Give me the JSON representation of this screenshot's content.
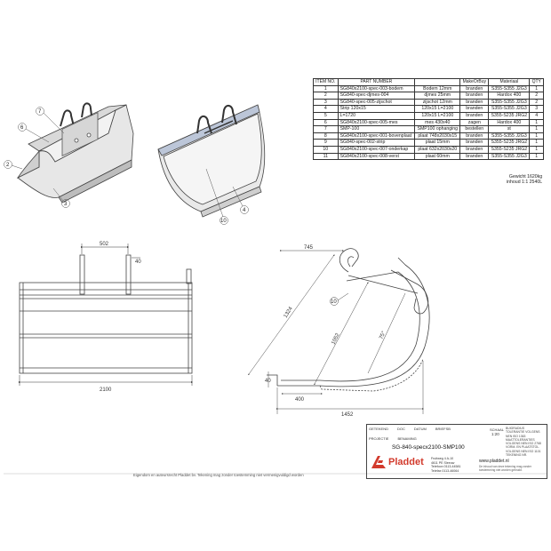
{
  "bom": {
    "headers": [
      "ITEM NO.",
      "PART NUMBER",
      "",
      "MakeOrBuy",
      "Materiaal",
      "QTY"
    ],
    "rows": [
      [
        "1",
        "SG840x2100-spec-003-bodem",
        "Bodem 12mm",
        "branden",
        "S355-S355 J2G3",
        "1"
      ],
      [
        "2",
        "SG840-spec-djmes-004",
        "djmes 25mm",
        "branden",
        "Hardox 400",
        "2"
      ],
      [
        "3",
        "SG840-spec-005-zijschot",
        "zijschot 12mm",
        "branden",
        "S355-S355 J2G3",
        "2"
      ],
      [
        "4",
        "Strip 120x15",
        "120x15 L=2100",
        "branden",
        "S355-S355 J2G3",
        "3"
      ],
      [
        "5",
        "L=1720",
        "120x15 L=2100",
        "branden",
        "S355-S235 JRG2",
        "4"
      ],
      [
        "6",
        "SG840x2100-spec-005-mes",
        "mes 430x40",
        "zagen",
        "Hardox 400",
        "1"
      ],
      [
        "7",
        "SMP-100",
        "SMP100 ophanging",
        "bestellen",
        "st",
        "1"
      ],
      [
        "8",
        "SG840x2100-spec-001-bovenplaat",
        "plaat 748x2030x15",
        "branden",
        "S355-S355 J2G3",
        "1"
      ],
      [
        "9",
        "SG840-spec-002-strip",
        "plaat 15mm",
        "branden",
        "S355-S235 JRG2",
        "1"
      ],
      [
        "10",
        "SG840x2100-spec-007-onderkap",
        "plaat 632x2030x20",
        "branden",
        "S355-S235 JRG2",
        "1"
      ],
      [
        "11",
        "SG840x2100-spec-008-verst",
        "plaat 60mm",
        "branden",
        "S355-S355 J2G3",
        "1"
      ]
    ]
  },
  "weight": {
    "line1": "Gewicht 1620kg",
    "line2": "inhoud 1:1 2540L"
  },
  "callouts": {
    "c2": "2",
    "c3": "3",
    "c4": "4",
    "c6": "6",
    "c7": "7",
    "c10": "10",
    "c10b": "10"
  },
  "dims": {
    "front_width": "2100",
    "lug_spacing": "502",
    "lug_plate": "40",
    "side_top": "745",
    "side_height": "1324",
    "side_inner": "1052",
    "side_angle": "75°",
    "side_tip": "400",
    "side_lip": "40",
    "side_total": "1452"
  },
  "title_block": {
    "col1": "GETEKEND",
    "col2": "DOC",
    "col3": "DATUM",
    "col4": "BRIEFSB",
    "row2a": "PROJECTIE",
    "row2b": "BENAMING",
    "docnum": "SG-840-specx2100-SMP100",
    "scale_label": "SCHAAL",
    "scale": "1:20",
    "notes": [
      "BUIGRADIUS",
      "TOLERANTIE VOLGENS NEN ISO 1363",
      "MAATTOLERANTIES",
      "VOLGENS NEN ISO 2768",
      "VORM- EN PLAATSTOL.",
      "VOLGENS NEN ISO 1101",
      "TEKENING NR."
    ],
    "brand": "Pladdet",
    "address": [
      "Fruitweg 4 A-10",
      "4611 PE Sleeuw",
      "Telefoon 0113-44581",
      "Telefax 0113-46064"
    ],
    "url": "www.pladdet.nl",
    "fine": [
      "De inhoud van deze tekening mag zonder",
      "toestemming niet worden gebruikt."
    ]
  },
  "footer": "Eigendom en auteursrecht Pladdet bv. Tekening mag zonder toestemming niet vermenigvuldigd worden"
}
